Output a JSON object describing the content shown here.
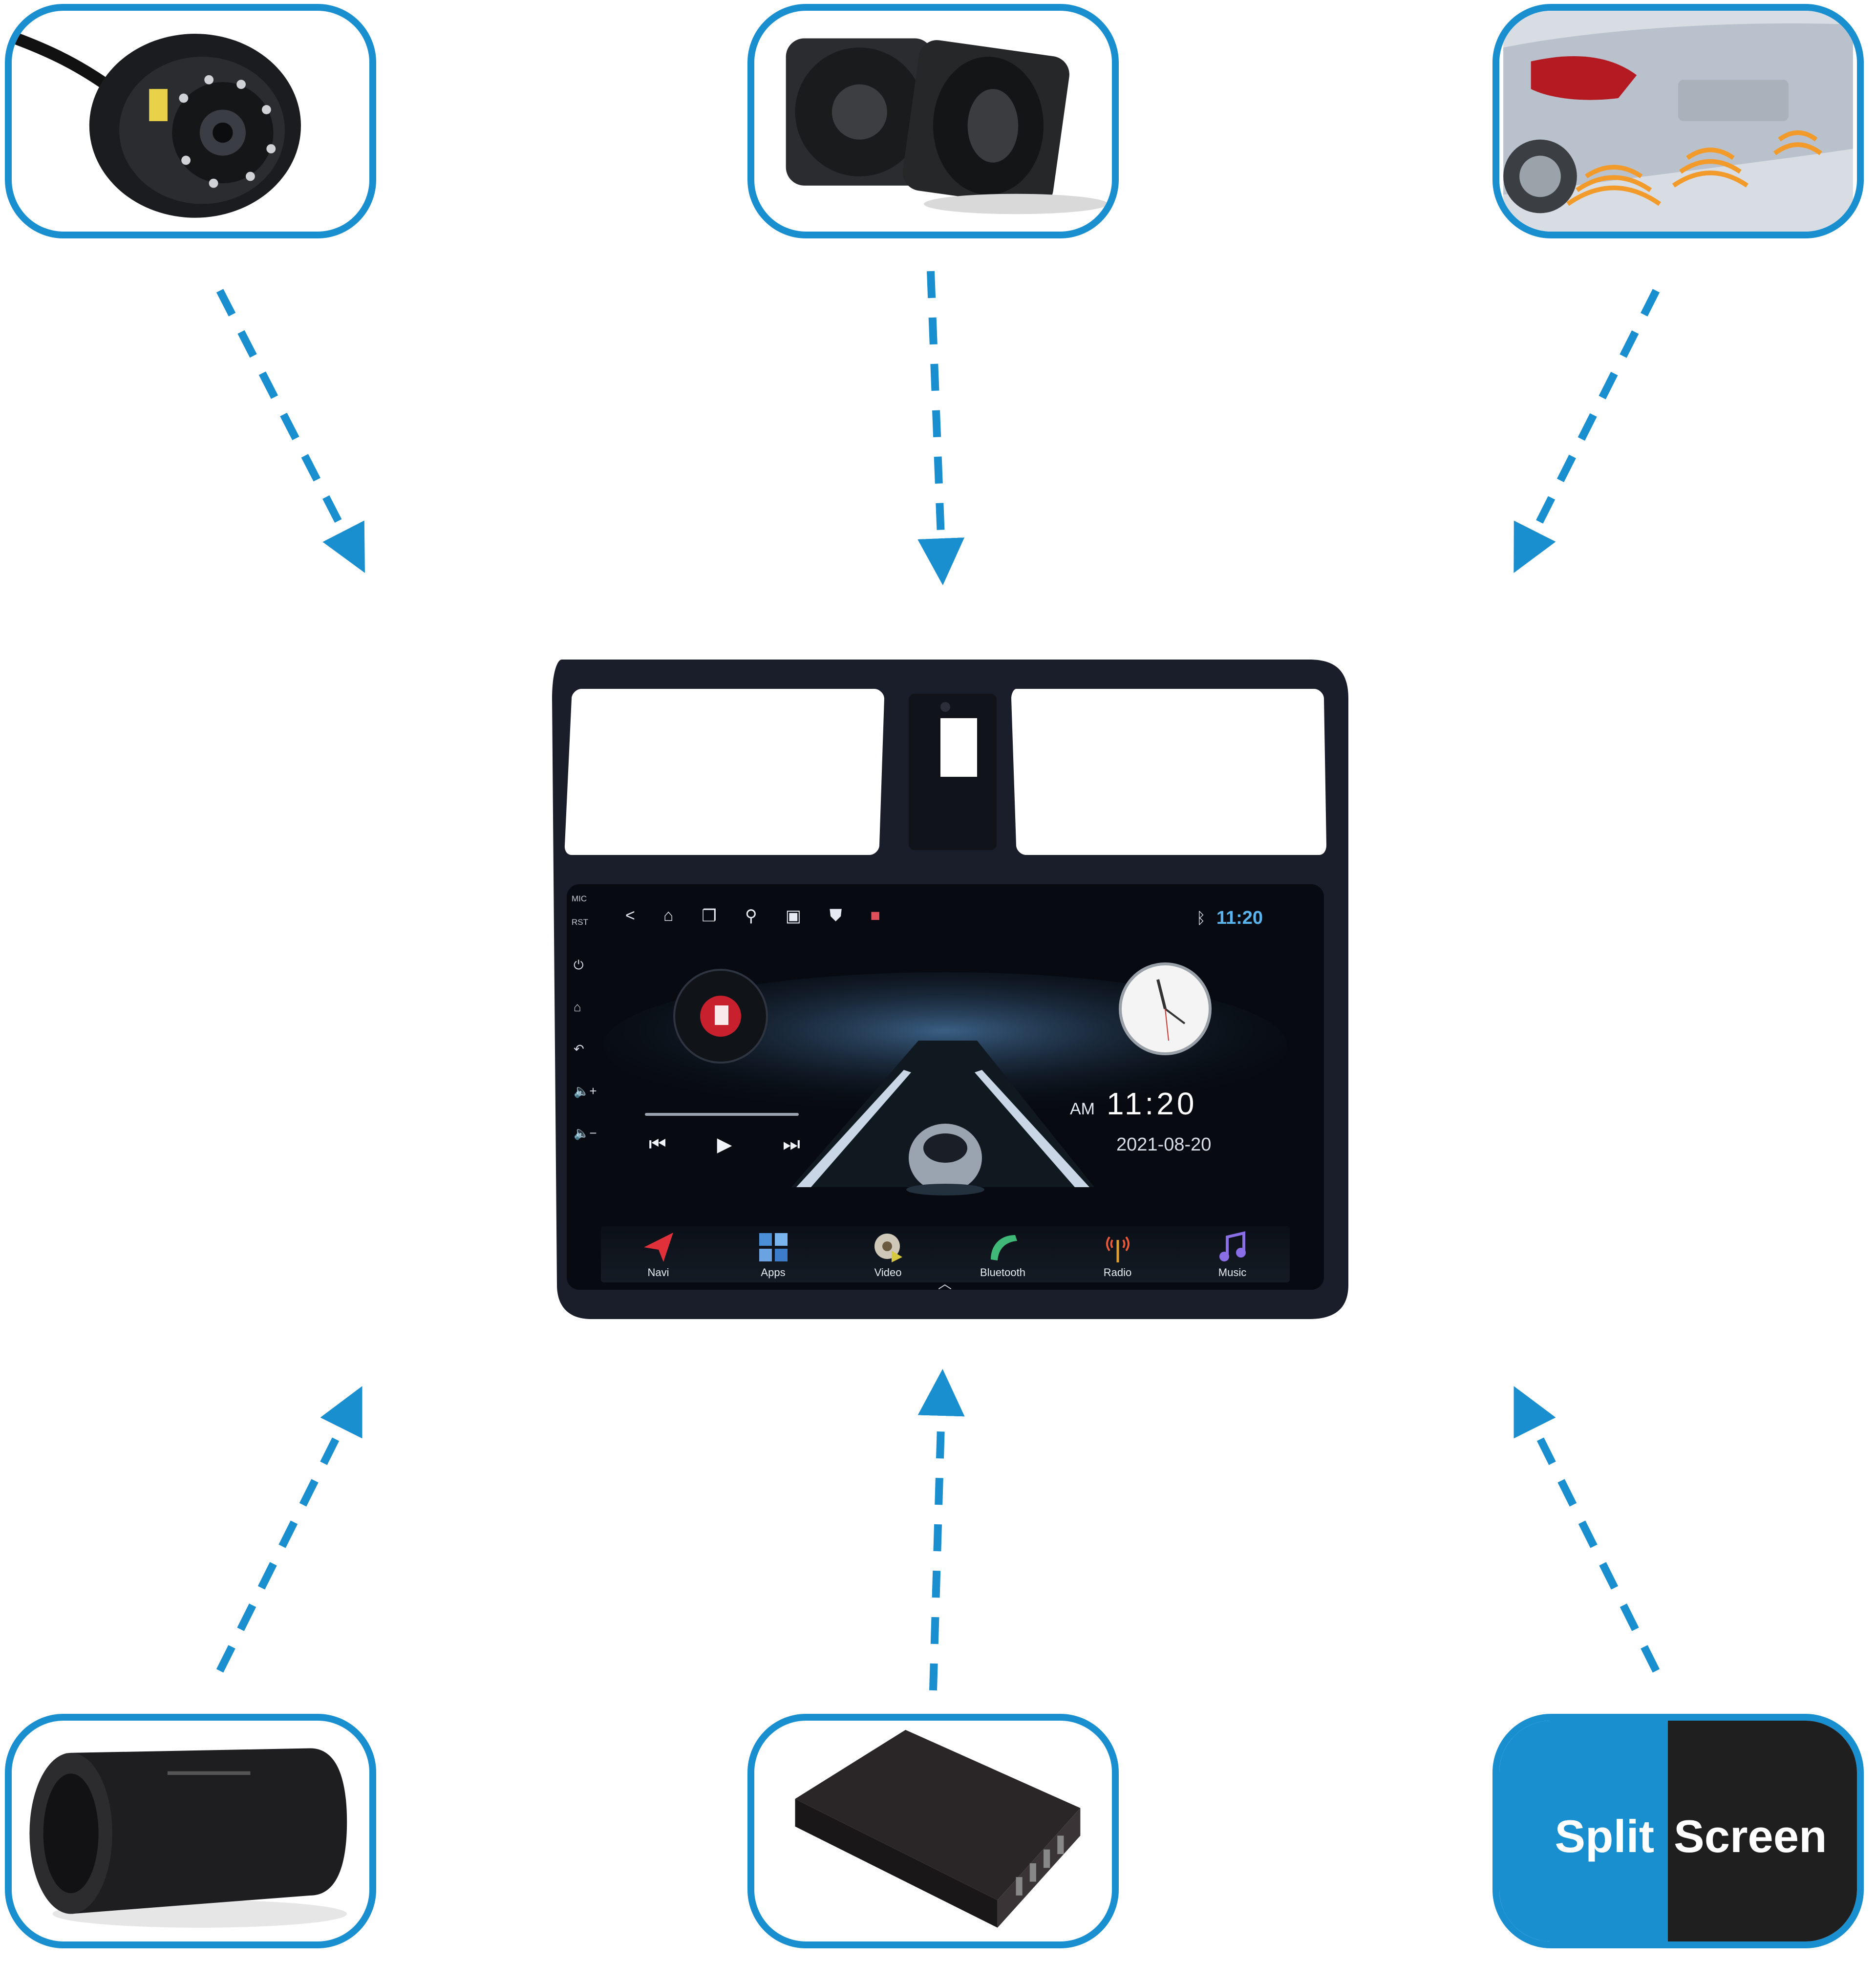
{
  "accessories": {
    "camera_icon": "rear-camera-icon",
    "speakers_icon": "speakers-icon",
    "parking_icon": "parking-sensor-icon",
    "subwoofer_icon": "subwoofer-icon",
    "amplifier_icon": "amplifier-icon",
    "split_screen": {
      "word1": "Split",
      "word2": "Screen"
    }
  },
  "colors": {
    "accent": "#1a8fd0",
    "status_time": "#5ab4ee"
  },
  "screen": {
    "side_labels": [
      "MIC",
      "RST"
    ],
    "side_icons": [
      "power-icon",
      "home-icon",
      "back-icon",
      "volume-up-icon",
      "volume-down-icon"
    ],
    "topbar_icons": [
      "back-icon",
      "home-icon",
      "recent-apps-icon",
      "usb-icon",
      "gallery-icon",
      "shield-icon",
      "app-icon"
    ],
    "status": {
      "bluetooth_icon": "bluetooth-icon",
      "time": "11:20"
    },
    "clock": {
      "ampm": "AM",
      "time": "11:20",
      "date": "2021-08-20"
    },
    "music_widget": {
      "controls": [
        "previous-icon",
        "play-icon",
        "next-icon"
      ]
    },
    "dock": [
      {
        "label": "Navi",
        "icon": "navi-icon"
      },
      {
        "label": "Apps",
        "icon": "apps-icon"
      },
      {
        "label": "Video",
        "icon": "video-icon"
      },
      {
        "label": "Bluetooth",
        "icon": "bluetooth-phone-icon"
      },
      {
        "label": "Radio",
        "icon": "radio-icon"
      },
      {
        "label": "Music",
        "icon": "music-icon"
      }
    ]
  }
}
